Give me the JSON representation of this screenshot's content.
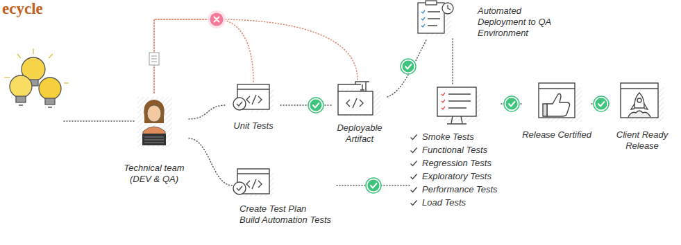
{
  "diagram": {
    "title": "ecycle",
    "nodes": [
      {
        "text": [
          "Technical team (DEV & QA)"
        ]
      },
      {
        "text": [
          "Unit Tests"
        ]
      },
      {
        "text": [
          "Deployable Artifact"
        ]
      },
      {
        "text": [
          "Automated Deployment to QA Environment"
        ]
      },
      {
        "text": [
          "Smoke Tests",
          "Functional Tests",
          "Regression Tests",
          "Exploratory Tests",
          "Performance Tests",
          "Load Tests"
        ]
      },
      {
        "text": [
          "Release Certified"
        ]
      },
      {
        "text": [
          "Client Ready Release"
        ]
      },
      {
        "text": [
          "Create Test Plan",
          "Build Automation Tests"
        ]
      }
    ],
    "edges": [
      {
        "from": 0,
        "to": 1,
        "arrow": "none"
      },
      {
        "from": 1,
        "to": 2,
        "arrow": "none"
      },
      {
        "from": 2,
        "to": 3,
        "arrow": "none"
      },
      {
        "from": 3,
        "to": 4,
        "arrow": "none"
      },
      {
        "from": 4,
        "to": 5,
        "arrow": "none"
      },
      {
        "from": 5,
        "to": 6,
        "arrow": "none"
      },
      {
        "from": 0,
        "to": 7,
        "arrow": "none"
      },
      {
        "from": 7,
        "to": 4,
        "arrow": "none"
      },
      {
        "from": 1,
        "to": 0,
        "arrow": "none"
      },
      {
        "from": 2,
        "to": 0,
        "arrow": "none"
      }
    ]
  }
}
